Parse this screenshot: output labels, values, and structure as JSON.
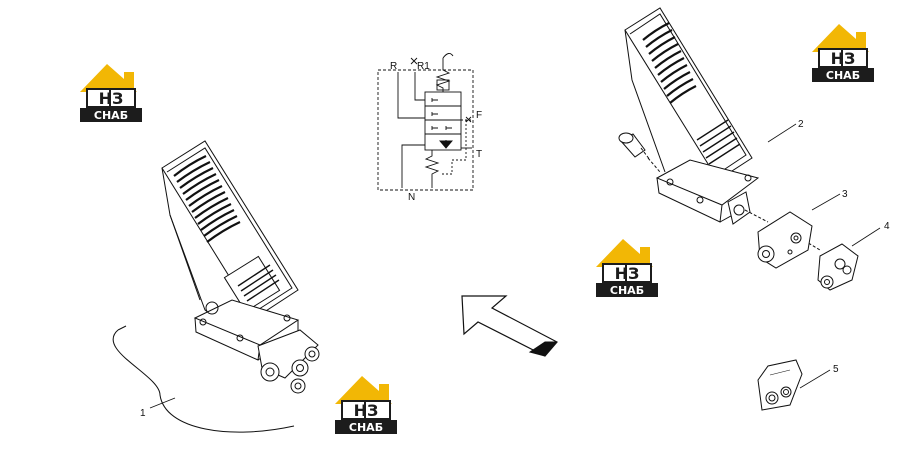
{
  "logo": {
    "mark": "НЗ",
    "text": "СНАБ",
    "colors": {
      "roof": "#f2b705",
      "dark": "#1c1c1c",
      "text": "#ffffff"
    }
  },
  "callouts": [
    "1",
    "2",
    "3",
    "4",
    "5"
  ],
  "schematic": {
    "ports": {
      "r": "R",
      "r1": "R1",
      "f": "F",
      "t": "T",
      "n": "N"
    }
  },
  "arrow_icon": "hollow-arrow-up-left"
}
